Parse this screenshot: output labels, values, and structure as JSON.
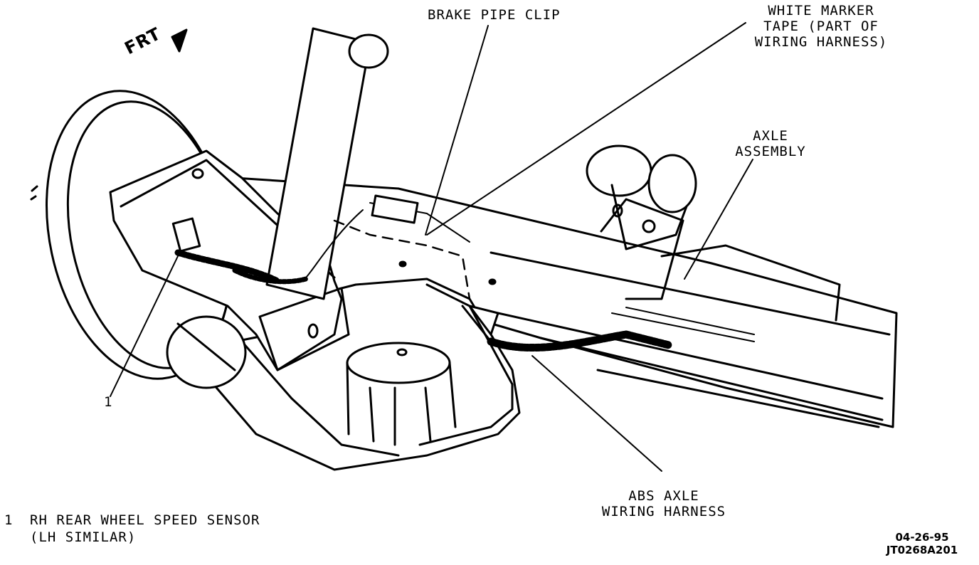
{
  "diagram": {
    "direction_marker": "FRT",
    "labels": {
      "brake_pipe_clip": "BRAKE PIPE CLIP",
      "white_marker_line1": "WHITE MARKER",
      "white_marker_line2": "TAPE (PART OF",
      "white_marker_line3": "WIRING HARNESS)",
      "axle_line1": "AXLE",
      "axle_line2": "ASSEMBLY",
      "abs_line1": "ABS AXLE",
      "abs_line2": "WIRING HARNESS",
      "callout_number": "1"
    },
    "legend": {
      "number": "1",
      "line1": "RH REAR WHEEL SPEED SENSOR",
      "line2": "(LH SIMILAR)"
    },
    "figure_date": "04-26-95",
    "figure_code": "JT0268A201"
  },
  "colors": {
    "ink": "#000000",
    "paper": "#ffffff"
  }
}
